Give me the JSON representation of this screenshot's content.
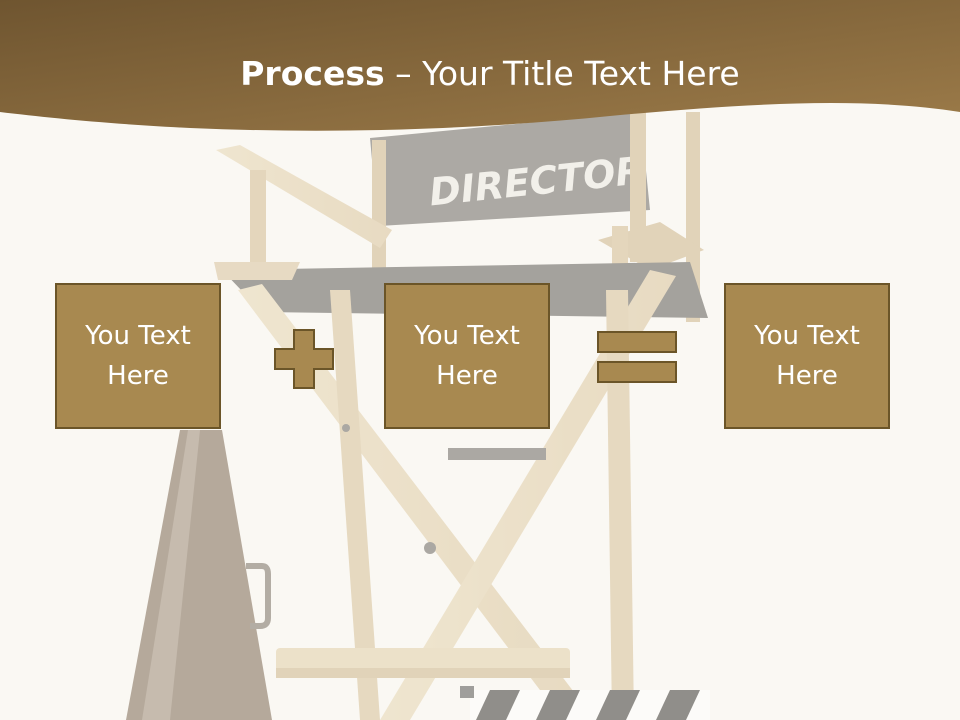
{
  "slide": {
    "title_bold": "Process",
    "title_rest": " – Your Title Text Here",
    "boxes": [
      {
        "text": "You Text Here"
      },
      {
        "text": "You Text Here"
      },
      {
        "text": "You Text Here"
      }
    ],
    "operators": [
      "plus",
      "equals"
    ],
    "chair_back_label": "DIRECTOR"
  },
  "colors": {
    "header": "#7a5e31",
    "box_fill": "#a88950",
    "box_border": "#6b5528",
    "background": "#faf8f3"
  }
}
